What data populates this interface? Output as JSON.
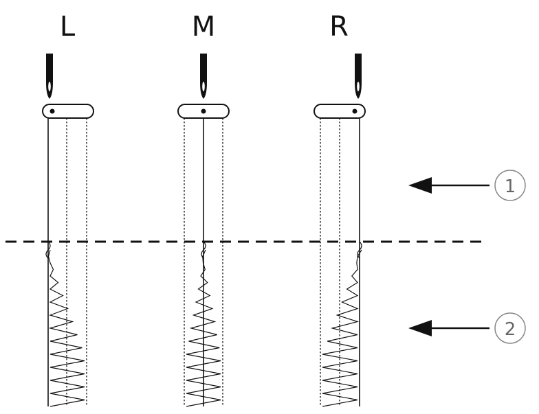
{
  "positions": [
    {
      "label": "L",
      "needle": "left"
    },
    {
      "label": "M",
      "needle": "middle"
    },
    {
      "label": "R",
      "needle": "right"
    }
  ],
  "callouts": [
    {
      "number": "1"
    },
    {
      "number": "2"
    }
  ],
  "colors": {
    "ink": "#111111",
    "callout": "#888888",
    "background": "#ffffff"
  }
}
